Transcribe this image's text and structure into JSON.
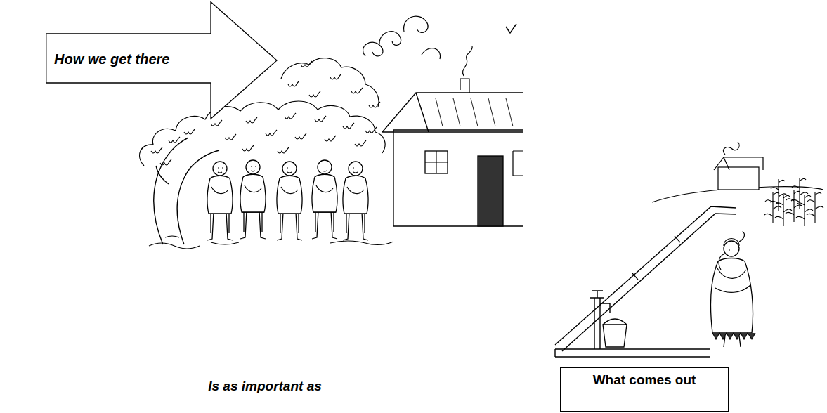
{
  "diagram": {
    "nodes": [
      {
        "text": [
          "How we get there"
        ]
      },
      {
        "text": [
          "What comes out"
        ]
      }
    ],
    "labels": [
      "Is as important as"
    ]
  }
}
